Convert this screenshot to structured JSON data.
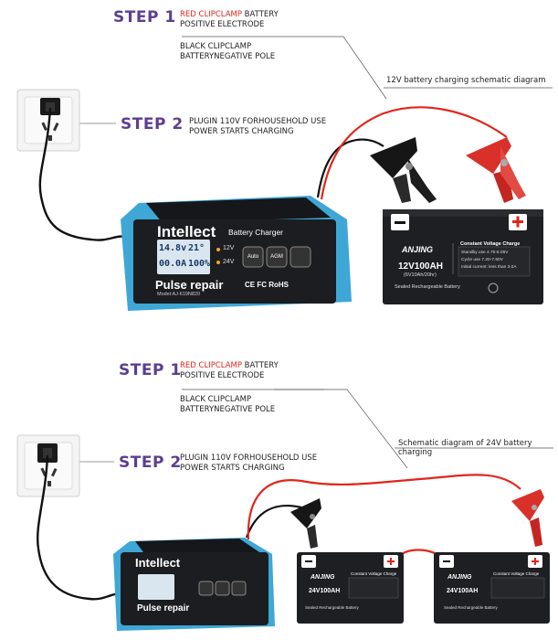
{
  "top": {
    "step1": {
      "label": "STEP 1",
      "red_text": "RED CLIPCLAMP",
      "text1_rest": " BATTERY",
      "text2": "POSITIVE ELECTRODE"
    },
    "black_clamp": {
      "line1": "BLACK CLIPCLAMP",
      "line2": "BATTERYNEGATIVE POLE"
    },
    "schematic": "12V battery charging schematic diagram",
    "step2": {
      "label": "STEP 2",
      "line1": "PLUGIN 110V FORHOUSEHOLD USE",
      "line2": "POWER STARTS CHARGING"
    },
    "charger": {
      "brand": "Intellect",
      "product": "Battery Charger",
      "tagline": "Pulse repair",
      "model": "Model:AJ-619N820",
      "lcd_left_top": "14.8v",
      "lcd_left_bottom": "00.0A",
      "lcd_right_top": "21°",
      "lcd_right_bottom": "100%",
      "mode_12v": "12V",
      "mode_24v": "24V",
      "btn_auto": "Auto",
      "btn_agm": "AGM",
      "certs": "CE FC RoHS"
    },
    "battery": {
      "brand": "ANJING",
      "capacity": "12V100AH",
      "sub": "(6V10Ah/20hr)",
      "footer": "Sealed Rechargeable Battery",
      "spec_title": "Constant Voltage Charge",
      "spec_rows": [
        "Standby use   4.75-5.05V",
        "Cycle use   7.20-7.50V",
        "Initial current: less than 3.0A"
      ]
    }
  },
  "bottom": {
    "step1": {
      "label": "STEP 1",
      "red_text": "RED CLIPCLAMP",
      "text1_rest": " BATTERY",
      "text2": "POSITIVE ELECTRODE"
    },
    "black_clamp": {
      "line1": "BLACK CLIPCLAMP",
      "line2": "BATTERYNEGATIVE POLE"
    },
    "schematic": "Schematic diagram of 24V battery charging",
    "step2": {
      "label": "STEP 2",
      "line1": "PLUGIN 110V FORHOUSEHOLD USE",
      "line2": "POWER STARTS CHARGING"
    },
    "charger": {
      "brand": "Intellect",
      "tagline": "Pulse repair"
    },
    "battery1": {
      "brand": "ANJING",
      "capacity": "24V100AH",
      "footer": "Sealed Rechargeable Battery",
      "spec_title": "Constant Voltage Charge"
    },
    "battery2": {
      "brand": "ANJING",
      "capacity": "24V100AH",
      "footer": "Sealed Rechargeable Battery",
      "spec_title": "Constant Voltage Charge"
    }
  },
  "colors": {
    "step": "#5b3f8f",
    "red": "#e1261c",
    "charger_blue": "#3ea7d6",
    "charger_body": "#1b1d21",
    "battery_body": "#1e1f22"
  },
  "icons": [
    "wall-socket-icon",
    "plus-icon",
    "minus-icon",
    "recycle-icon"
  ]
}
